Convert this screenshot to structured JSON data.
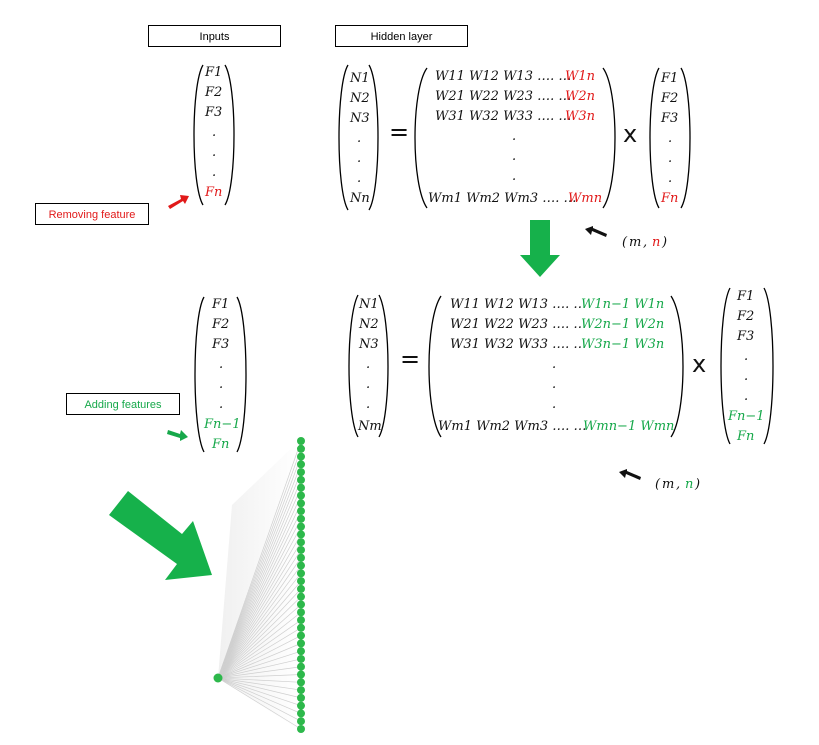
{
  "labels": {
    "inputs": "Inputs",
    "hidden_layer": "Hidden layer",
    "removing_feature": "Removing feature",
    "adding_features": "Adding features"
  },
  "operators": {
    "equals": "=",
    "times": "x"
  },
  "top": {
    "inputs": [
      "F1",
      "F2",
      "F3",
      ".",
      ".",
      ".",
      "Fn"
    ],
    "neurons": [
      "N1",
      "N2",
      "N3",
      ".",
      ".",
      ".",
      "Nn"
    ],
    "weights_rows": [
      [
        "W11 W12 W13 …. …",
        "W1n"
      ],
      [
        "W21 W22 W23 …. …",
        "W2n"
      ],
      [
        "W31 W32 W33 …. …",
        "W3n"
      ],
      [
        ".",
        ""
      ],
      [
        ".",
        ""
      ],
      [
        ".",
        ""
      ],
      [
        "Wm1 Wm2 Wm3 …. …",
        "Wmn"
      ]
    ],
    "shape": {
      "m": "m",
      "n": "n"
    }
  },
  "bottom": {
    "inputs": [
      "F1",
      "F2",
      "F3",
      ".",
      ".",
      ".",
      "Fn−1",
      "Fn"
    ],
    "neurons": [
      "N1",
      "N2",
      "N3",
      ".",
      ".",
      ".",
      "Nm"
    ],
    "weights_rows": [
      [
        "W11 W12 W13 …. …",
        "W1n−1 W1n"
      ],
      [
        "W21 W22 W23 …. …",
        "W2n−1 W2n"
      ],
      [
        "W31 W32 W33 …. …",
        "W3n−1 W3n"
      ],
      [
        ".",
        ""
      ],
      [
        ".",
        ""
      ],
      [
        ".",
        ""
      ],
      [
        "Wm1 Wm2 Wm3 …. …",
        "Wmn−1 Wmn"
      ]
    ],
    "shape": {
      "m": "m",
      "n": "n"
    }
  },
  "colors": {
    "red": "#e11919",
    "green": "#16a84a",
    "node": "#2db84b"
  },
  "network": {
    "input_nodes": 1,
    "output_nodes": 38
  }
}
